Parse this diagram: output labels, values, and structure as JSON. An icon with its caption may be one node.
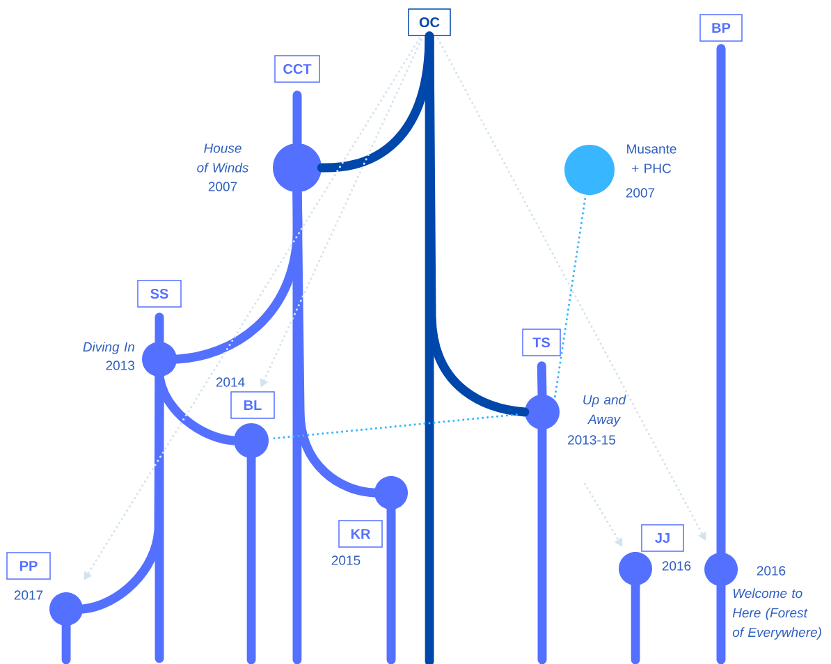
{
  "diagram": {
    "nodes": [
      {
        "text": [
          "OC"
        ]
      },
      {
        "text": [
          "CCT"
        ]
      },
      {
        "text": [
          "SS"
        ]
      },
      {
        "text": [
          "BL"
        ],
        "beside": [
          "2014"
        ]
      },
      {
        "text": [
          "KR"
        ],
        "beside": [
          "2015"
        ]
      },
      {
        "text": [
          "PP"
        ]
      },
      {
        "text": [
          "TS"
        ]
      },
      {
        "text": [
          "JJ"
        ]
      },
      {
        "text": [
          "BP"
        ]
      },
      {
        "text": [],
        "shape": "circle",
        "beside": [
          "House of Winds",
          "2007"
        ]
      },
      {
        "text": [],
        "shape": "circle",
        "beside": [
          "Diving In",
          "2013"
        ]
      },
      {
        "text": [],
        "shape": "circle"
      },
      {
        "text": [],
        "shape": "circle"
      },
      {
        "text": [],
        "shape": "circle",
        "beside": [
          "2017"
        ]
      },
      {
        "text": [],
        "shape": "circle",
        "beside": [
          "Up and Away",
          "2013-15"
        ]
      },
      {
        "text": [],
        "shape": "circle",
        "beside": [
          "Musante + PHC",
          "2007"
        ]
      },
      {
        "text": [],
        "shape": "circle",
        "beside": [
          "2016"
        ]
      },
      {
        "text": [],
        "shape": "circle",
        "beside": [
          "2016",
          "Welcome to Here (Forest of Everywhere)"
        ]
      }
    ],
    "edges": [
      {
        "from": 0,
        "to": null,
        "arrow": "none",
        "color": "#0047ab"
      },
      {
        "from": 0,
        "to": 9,
        "arrow": "none",
        "color": "#0047ab"
      },
      {
        "from": 0,
        "to": 14,
        "arrow": "none",
        "color": "#0047ab"
      },
      {
        "from": 1,
        "to": 9,
        "arrow": "none"
      },
      {
        "from": 9,
        "to": null,
        "arrow": "none"
      },
      {
        "from": 9,
        "to": 10,
        "arrow": "none"
      },
      {
        "from": 9,
        "to": 12,
        "arrow": "none"
      },
      {
        "from": 2,
        "to": 10,
        "arrow": "none"
      },
      {
        "from": 10,
        "to": null,
        "arrow": "none"
      },
      {
        "from": 10,
        "to": 11,
        "arrow": "none"
      },
      {
        "from": 10,
        "to": 13,
        "arrow": "none"
      },
      {
        "from": 11,
        "to": null,
        "arrow": "none"
      },
      {
        "from": 12,
        "to": null,
        "arrow": "none"
      },
      {
        "from": 13,
        "to": null,
        "arrow": "none"
      },
      {
        "from": 6,
        "to": 14,
        "arrow": "none"
      },
      {
        "from": 14,
        "to": null,
        "arrow": "none"
      },
      {
        "from": 16,
        "to": null,
        "arrow": "none"
      },
      {
        "from": 8,
        "to": 17,
        "arrow": "none"
      },
      {
        "from": 17,
        "to": null,
        "arrow": "none"
      },
      {
        "from": 15,
        "to": 14,
        "arrow": "none",
        "style": "dashed",
        "color": "#38b6ff"
      },
      {
        "from": 11,
        "to": 14,
        "arrow": "none",
        "style": "dashed",
        "color": "#38b6ff"
      },
      {
        "from": 0,
        "to": 13,
        "arrow": "to",
        "style": "dashed",
        "color": "#d3e4ee"
      },
      {
        "from": 0,
        "to": 3,
        "arrow": "to",
        "style": "dashed",
        "color": "#d3e4ee"
      },
      {
        "from": 0,
        "to": 17,
        "arrow": "to",
        "style": "dashed",
        "color": "#d3e4ee"
      },
      {
        "from": 14,
        "to": 16,
        "arrow": "to",
        "style": "dashed",
        "color": "#d3e4ee"
      }
    ]
  }
}
